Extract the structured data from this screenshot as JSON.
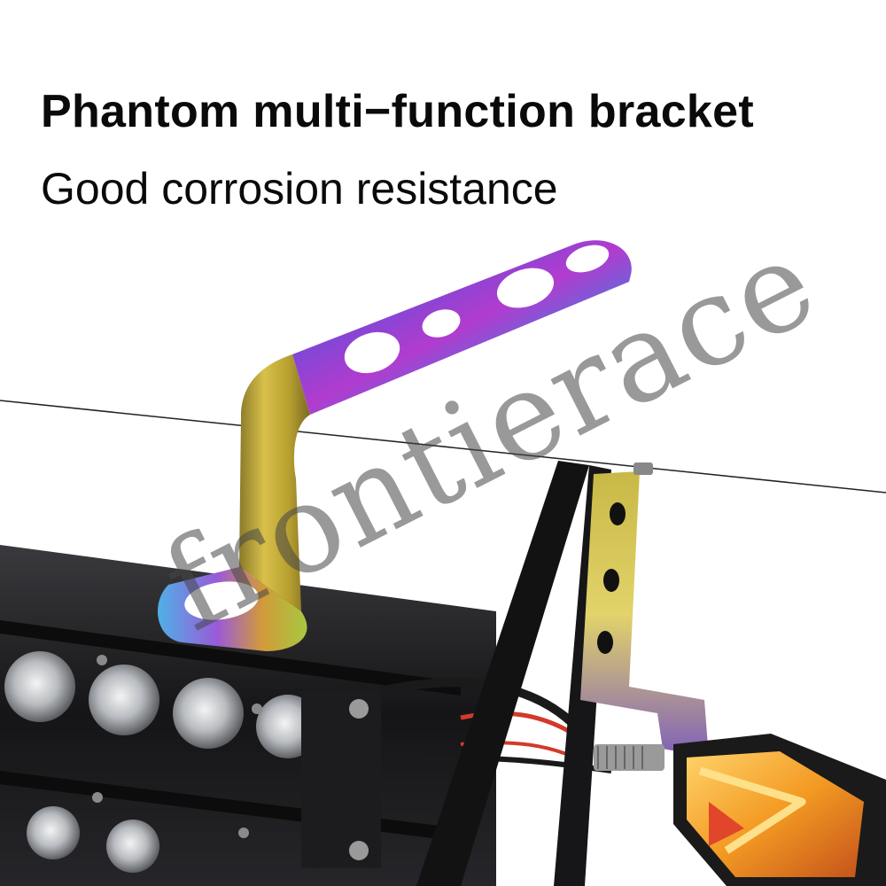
{
  "headline": "Phantom multi−function bracket",
  "subheadline": "Good corrosion resistance",
  "watermark": "frontierace",
  "colors": {
    "background": "#ffffff",
    "text": "#0a0a0a",
    "watermark": "#5a5a5a",
    "light_bar_body": "#1a1a1c",
    "turn_signal_amber": "#f5a623"
  },
  "icons": {
    "product": "bracket-image",
    "scene": "motorcycle-mount-image"
  }
}
